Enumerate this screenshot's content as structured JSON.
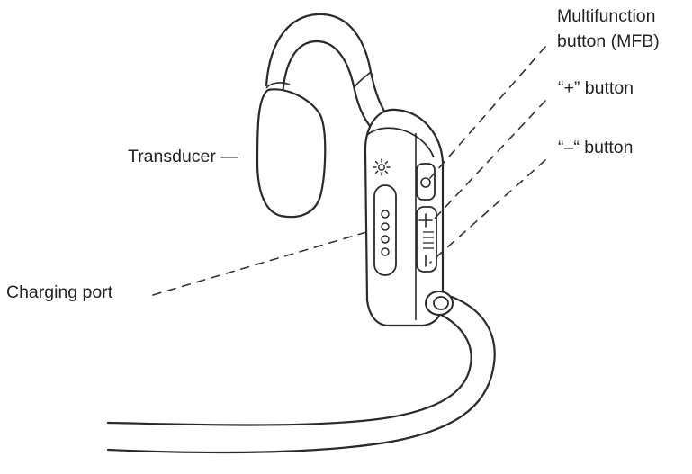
{
  "labels": {
    "mfb_line1": "Multifunction",
    "mfb_line2": "button (MFB)",
    "plus_button": "“+” button",
    "minus_button": "“–“ button",
    "transducer": "Transducer —",
    "charging_port": "Charging port"
  },
  "colors": {
    "ink": "#222222",
    "outline": "#2a2a2a",
    "dash": "#333333",
    "background": "#ffffff"
  },
  "icons": {
    "status_light": "sun-icon",
    "mfb": "circle-button-icon",
    "plus": "plus-icon",
    "minus": "minus-icon"
  }
}
